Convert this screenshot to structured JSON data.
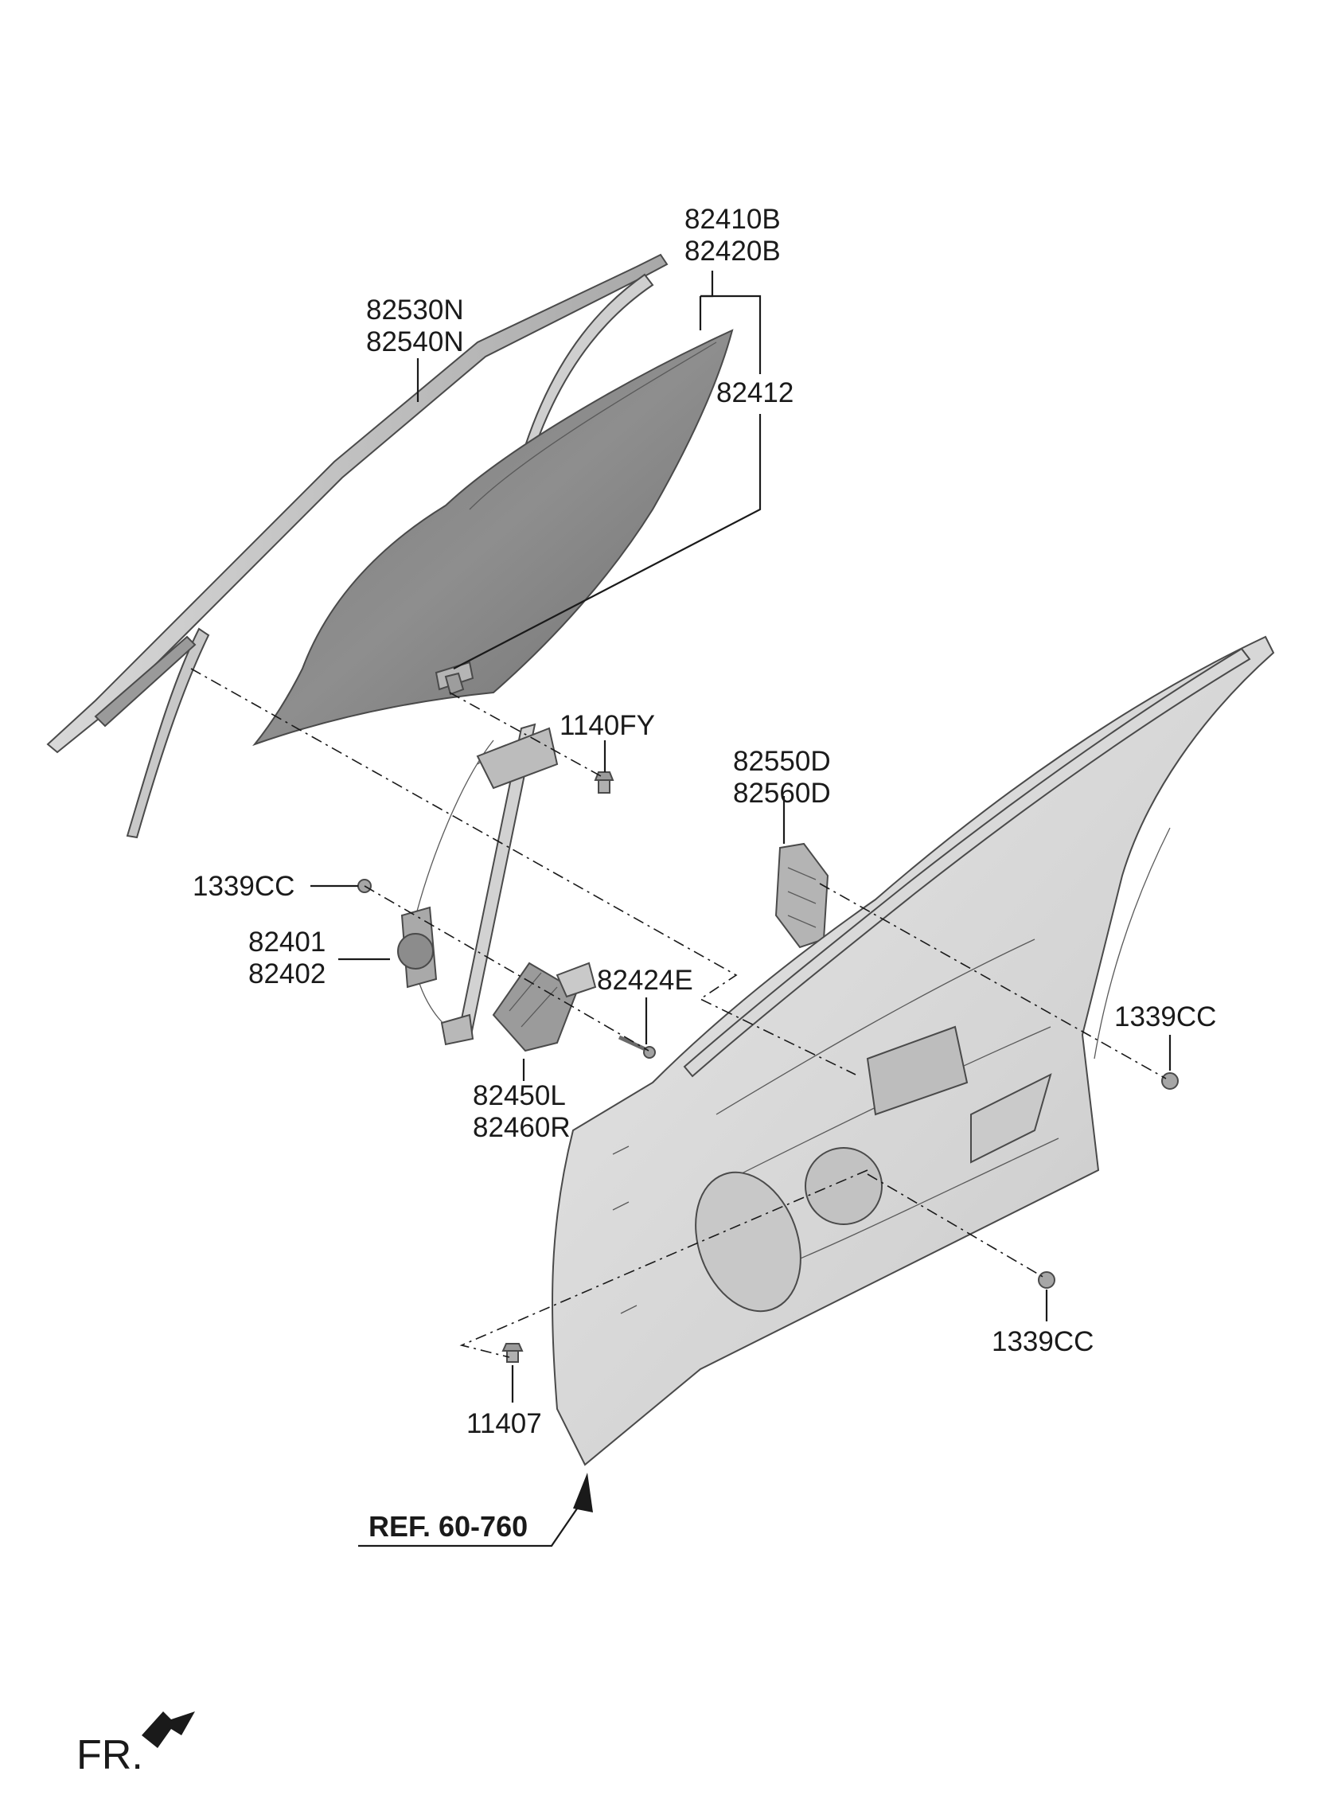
{
  "labels": {
    "glass_a": "82410B",
    "glass_b": "82420B",
    "channel_a": "82530N",
    "channel_b": "82540N",
    "glass_clip": "82412",
    "bolt_top": "1140FY",
    "bracket_a": "82550D",
    "bracket_b": "82560D",
    "nut_left": "1339CC",
    "regulator_a": "82401",
    "regulator_b": "82402",
    "stud": "82424E",
    "nut_right": "1339CC",
    "motor_a": "82450L",
    "motor_b": "82460R",
    "nut_bottom": "1339CC",
    "bolt_bottom": "11407"
  },
  "reference": "REF. 60-760",
  "direction": "FR."
}
